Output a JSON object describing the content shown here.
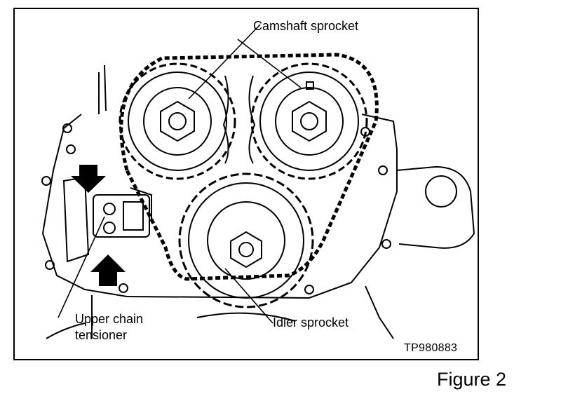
{
  "labels": {
    "camshaft": "Camshaft sprocket",
    "tensioner_line1": "Upper chain",
    "tensioner_line2": "tensioner",
    "idler": "Idler sprocket"
  },
  "code": "TP980883",
  "caption": "Figure 2"
}
